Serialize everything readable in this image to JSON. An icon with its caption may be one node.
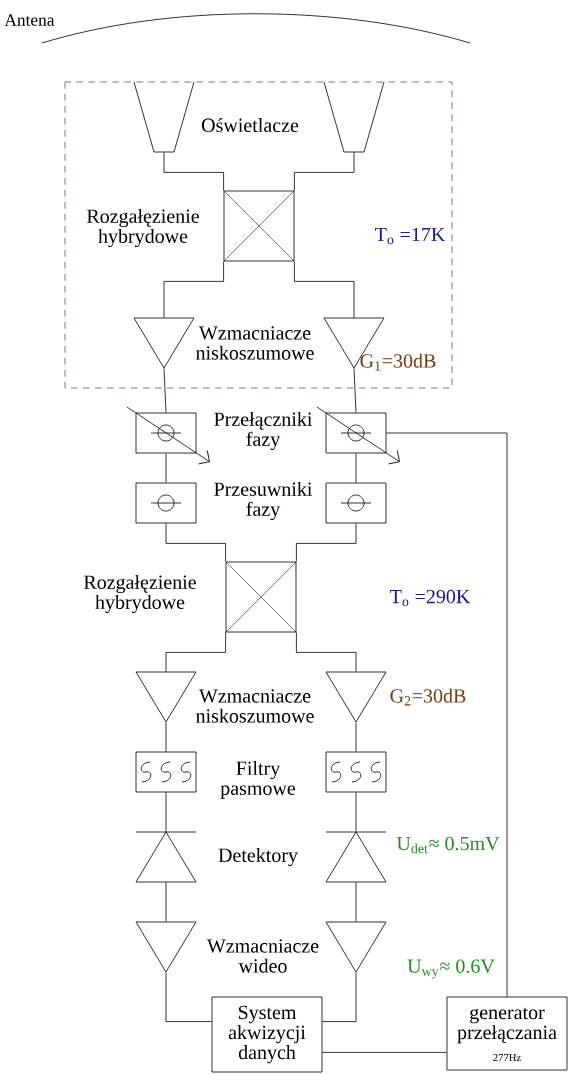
{
  "diagram": {
    "nodes": [
      {
        "text": [
          "Oświetlacze",
          "Rozgałęzienie hybrydowe",
          "T$_{o}$ =17K",
          "Wzmacniacze niskoszumowe",
          "G$_{1}$=30dB"
        ]
      },
      {
        "text": [],
        "shape": "trapezoid",
        "in": 0
      },
      {
        "text": [],
        "shape": "trapezoid",
        "in": 0
      },
      {
        "text": [],
        "shape": "box",
        "in": 0
      },
      {
        "text": [],
        "shape": "triangle",
        "in": 0
      },
      {
        "text": [],
        "shape": "triangle",
        "in": 0
      },
      {
        "text": [],
        "shape": "box"
      },
      {
        "text": [],
        "shape": "box"
      },
      {
        "text": [],
        "shape": "box"
      },
      {
        "text": [],
        "shape": "box"
      },
      {
        "text": [],
        "shape": "box"
      },
      {
        "text": [],
        "shape": "triangle"
      },
      {
        "text": [],
        "shape": "triangle"
      },
      {
        "text": [],
        "shape": "box"
      },
      {
        "text": [],
        "shape": "box"
      },
      {
        "text": [],
        "shape": "diode"
      },
      {
        "text": [],
        "shape": "diode"
      },
      {
        "text": [],
        "shape": "triangle"
      },
      {
        "text": [],
        "shape": "triangle"
      },
      {
        "text": [
          "System akwizycji danych"
        ]
      },
      {
        "text": [
          "generator przełączania",
          "277Hz"
        ]
      }
    ],
    "edges": [
      {
        "from": 1,
        "to": 3,
        "arrow": "none"
      },
      {
        "from": 2,
        "to": 3,
        "arrow": "none"
      },
      {
        "from": 3,
        "to": 4,
        "arrow": "none"
      },
      {
        "from": 3,
        "to": 5,
        "arrow": "none"
      },
      {
        "from": 4,
        "to": 6,
        "arrow": "none"
      },
      {
        "from": 5,
        "to": 7,
        "arrow": "none"
      },
      {
        "from": 6,
        "to": 8,
        "arrow": "none"
      },
      {
        "from": 7,
        "to": 9,
        "arrow": "none"
      },
      {
        "from": 8,
        "to": 10,
        "arrow": "none"
      },
      {
        "from": 9,
        "to": 10,
        "arrow": "none"
      },
      {
        "from": 10,
        "to": 11,
        "arrow": "none"
      },
      {
        "from": 10,
        "to": 12,
        "arrow": "none"
      },
      {
        "from": 11,
        "to": 13,
        "arrow": "none"
      },
      {
        "from": 12,
        "to": 14,
        "arrow": "none"
      },
      {
        "from": 13,
        "to": 15,
        "arrow": "none"
      },
      {
        "from": 14,
        "to": 16,
        "arrow": "none"
      },
      {
        "from": 15,
        "to": 17,
        "arrow": "none"
      },
      {
        "from": 16,
        "to": 18,
        "arrow": "none"
      },
      {
        "from": 17,
        "to": 19,
        "arrow": "none"
      },
      {
        "from": 18,
        "to": 19,
        "arrow": "none"
      },
      {
        "from": 7,
        "to": 20,
        "arrow": "none"
      },
      {
        "from": 19,
        "to": 20,
        "arrow": "none"
      }
    ],
    "labels": [
      "Antena",
      "Przełączniki fazy",
      "Przesuwniki fazy",
      "Rozgałęzienie hybrydowe",
      "T$_{o}$ =290K",
      "Wzmacniacze niskoszumowe",
      "G$_{2}$=30dB",
      "Filtry pasmowe",
      "U$_{det}$≈ 0.5mV",
      "Detektory",
      "Wzmacniacze wideo",
      "U$_{wy}$≈ 0.6V"
    ]
  }
}
